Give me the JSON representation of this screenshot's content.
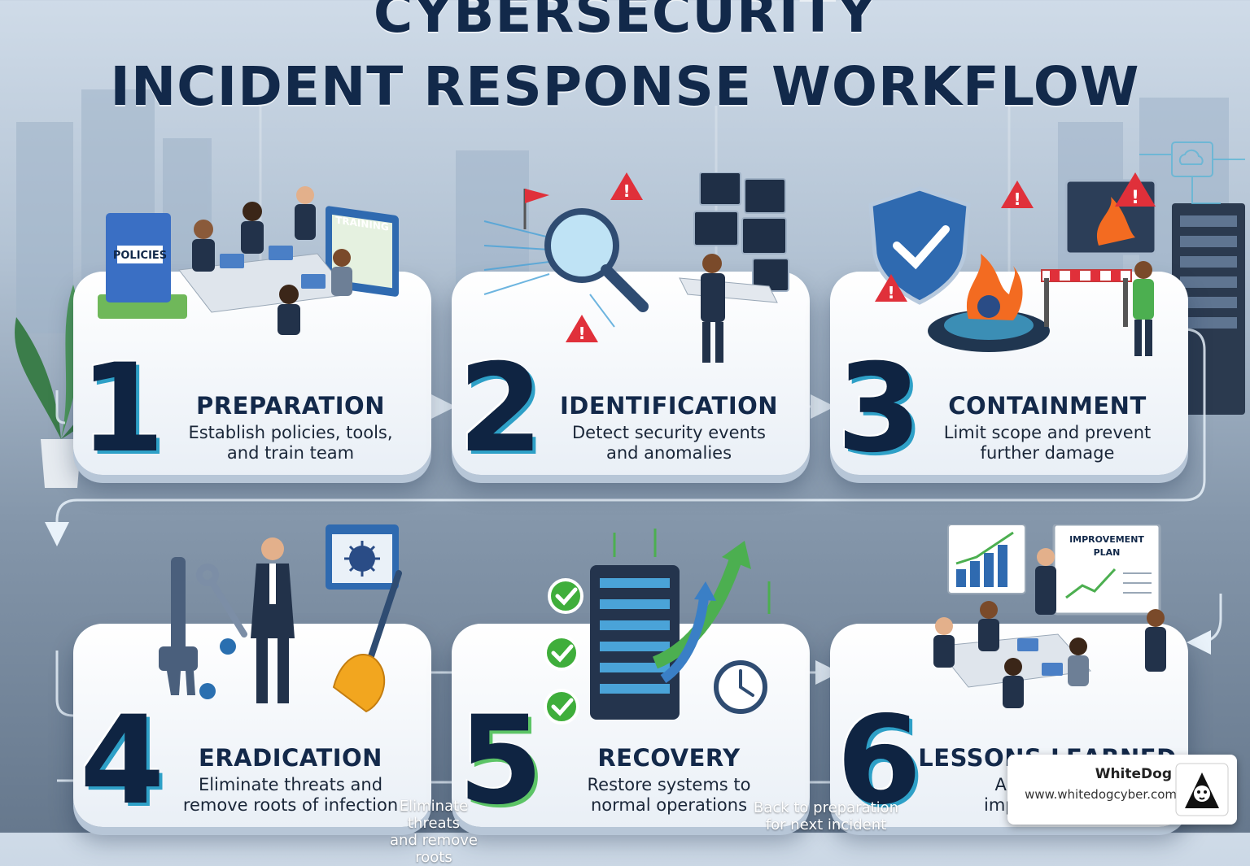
{
  "title": {
    "line1": "CYBERSECURITY",
    "line2": "INCIDENT RESPONSE WORKFLOW"
  },
  "steps": [
    {
      "number": "1",
      "title": "PREPARATION",
      "desc1": "Establish policies, tools,",
      "desc2": "and train team",
      "art_labels": [
        "POLICIES",
        "TRAINING"
      ]
    },
    {
      "number": "2",
      "title": "IDENTIFICATION",
      "desc1": "Detect security events",
      "desc2": "and anomalies"
    },
    {
      "number": "3",
      "title": "CONTAINMENT",
      "desc1": "Limit scope and prevent",
      "desc2": "further damage"
    },
    {
      "number": "4",
      "title": "ERADICATION",
      "desc1": "Eliminate threats and",
      "desc2": "remove roots of infection"
    },
    {
      "number": "5",
      "title": "RECOVERY",
      "desc1": "Restore systems to",
      "desc2": "normal operations"
    },
    {
      "number": "6",
      "title": "LESSONS LEARNED",
      "desc1": "Analyze and",
      "desc2": "improve future",
      "art_labels": [
        "IMPROVEMENT",
        "PLAN"
      ]
    }
  ],
  "connectors": {
    "c45_line1": "Eliminate threats",
    "c45_line2": "and remove roots",
    "c56_line1": "Back to preparation",
    "c56_line2": "for next incident"
  },
  "watermark": {
    "name": "WhiteDog",
    "url": "www.whitedogcyber.com"
  },
  "colors": {
    "navy": "#12294a",
    "cyan_accent": "#2ea0c7",
    "green_accent": "#5cc466",
    "alert_red": "#e0303a",
    "card_white": "#ffffff"
  }
}
